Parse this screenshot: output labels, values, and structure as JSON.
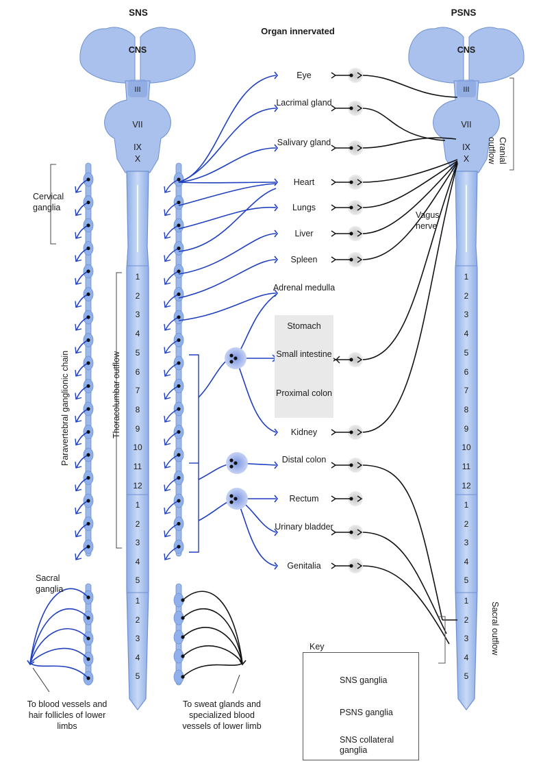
{
  "titles": {
    "sns": "SNS",
    "psns": "PSNS",
    "organ_header": "Organ innervated"
  },
  "brain": {
    "cns": "CNS",
    "cranial_nerves": [
      "III",
      "VII",
      "IX",
      "X"
    ]
  },
  "labels": {
    "cervical_ganglia": "Cervical ganglia",
    "sacral_ganglia": "Sacral ganglia",
    "paravertebral_chain": "Paravertebral ganglionic chain",
    "thoracolumbar_outflow": "Thoracolumbar outflow",
    "cranial_outflow": "Cranial outflow",
    "sacral_outflow": "Sacral outflow",
    "vagus_nerve": "Vagus nerve",
    "lower_left_caption": "To blood vessels and hair follicles of lower limbs",
    "lower_right_caption": "To sweat glands and specialized blood vessels of lower limb"
  },
  "organs": [
    {
      "name": "Eye"
    },
    {
      "name": "Lacrimal gland"
    },
    {
      "name": "Salivary gland"
    },
    {
      "name": "Heart"
    },
    {
      "name": "Lungs"
    },
    {
      "name": "Liver"
    },
    {
      "name": "Spleen"
    },
    {
      "name": "Adrenal medulla"
    },
    {
      "name": "Stomach"
    },
    {
      "name": "Small intestine"
    },
    {
      "name": "Proximal colon"
    },
    {
      "name": "Kidney"
    },
    {
      "name": "Distal colon"
    },
    {
      "name": "Rectum"
    },
    {
      "name": "Urinary bladder"
    },
    {
      "name": "Genitalia"
    }
  ],
  "spinal_segments": {
    "thoracic": [
      "1",
      "2",
      "3",
      "4",
      "5",
      "6",
      "7",
      "8",
      "9",
      "10",
      "11",
      "12"
    ],
    "lumbar": [
      "1",
      "2",
      "3",
      "4",
      "5"
    ],
    "sacral": [
      "1",
      "2",
      "3",
      "4",
      "5"
    ]
  },
  "key": {
    "title": "Key",
    "items": [
      {
        "label": "SNS ganglia",
        "icon": "sns-ganglia-icon"
      },
      {
        "label": "PSNS ganglia",
        "icon": "psns-ganglia-icon"
      },
      {
        "label": "SNS collateral ganglia",
        "icon": "sns-collateral-ganglia-icon"
      }
    ]
  },
  "colors": {
    "spine_fill": "#a9c1ec",
    "spine_edge": "#6d8fd0",
    "sympathetic_fiber": "#1f3fbf",
    "parasympathetic_fiber": "#111111",
    "psns_ganglion": "#d4d4d4",
    "collateral_ganglion": "#8fa6e6"
  }
}
